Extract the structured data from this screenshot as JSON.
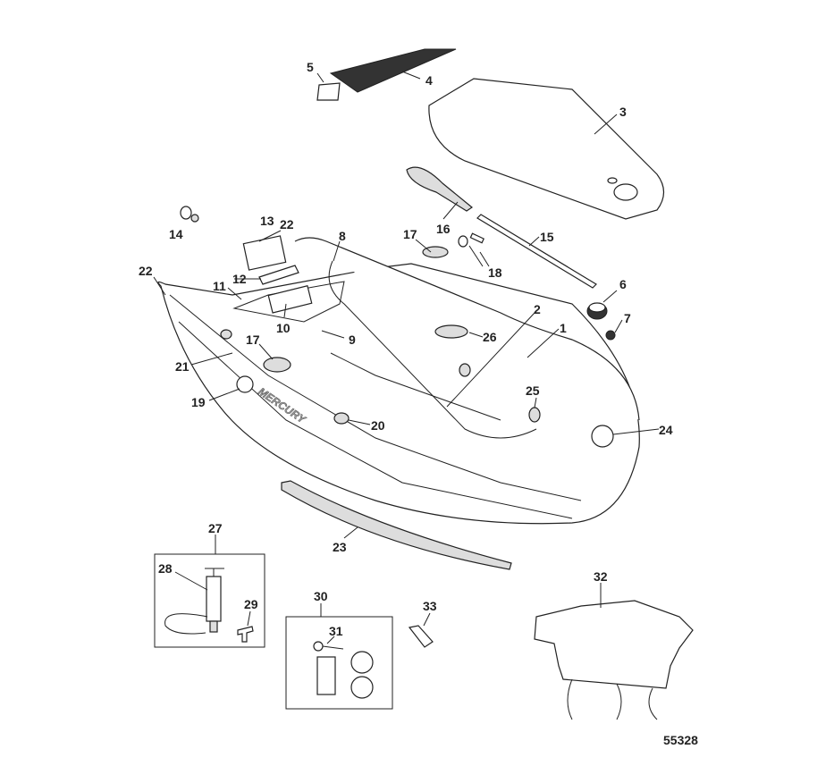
{
  "diagram": {
    "drawing_number": "55328",
    "hull_logo_text": "MERCURY",
    "callouts": [
      "1",
      "2",
      "3",
      "4",
      "5",
      "6",
      "7",
      "8",
      "9",
      "10",
      "11",
      "12",
      "13",
      "14",
      "15",
      "16",
      "17",
      "17",
      "18",
      "19",
      "20",
      "21",
      "22",
      "22",
      "23",
      "24",
      "25",
      "26",
      "27",
      "28",
      "29",
      "30",
      "31",
      "32",
      "33"
    ]
  }
}
